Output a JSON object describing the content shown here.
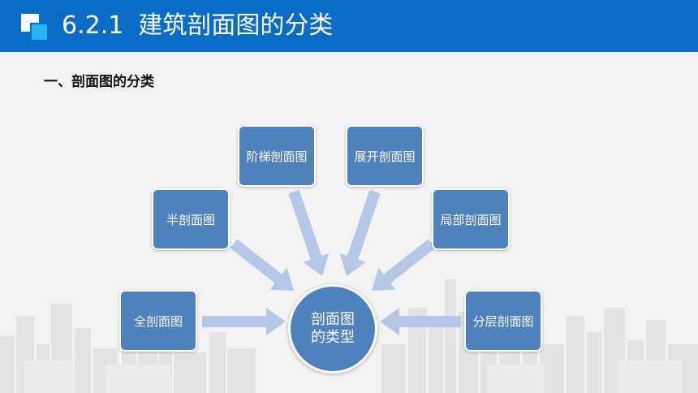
{
  "header": {
    "number": "6.2.1",
    "title": "建筑剖面图的分类",
    "bg_color": "#0a6cc4"
  },
  "subtitle": "一、剖面图的分类",
  "diagram": {
    "center": {
      "line1": "剖面图",
      "line2": "的类型"
    },
    "nodes": [
      {
        "id": "full",
        "label": "全剖面图"
      },
      {
        "id": "half",
        "label": "半剖面图"
      },
      {
        "id": "stepped",
        "label": "阶梯剖面图"
      },
      {
        "id": "unfolded",
        "label": "展开剖面图"
      },
      {
        "id": "partial",
        "label": "局部剖面图"
      },
      {
        "id": "layered",
        "label": "分层剖面图"
      }
    ],
    "node_color": "#4f81bd",
    "arrow_color": "#b4c7e7"
  }
}
